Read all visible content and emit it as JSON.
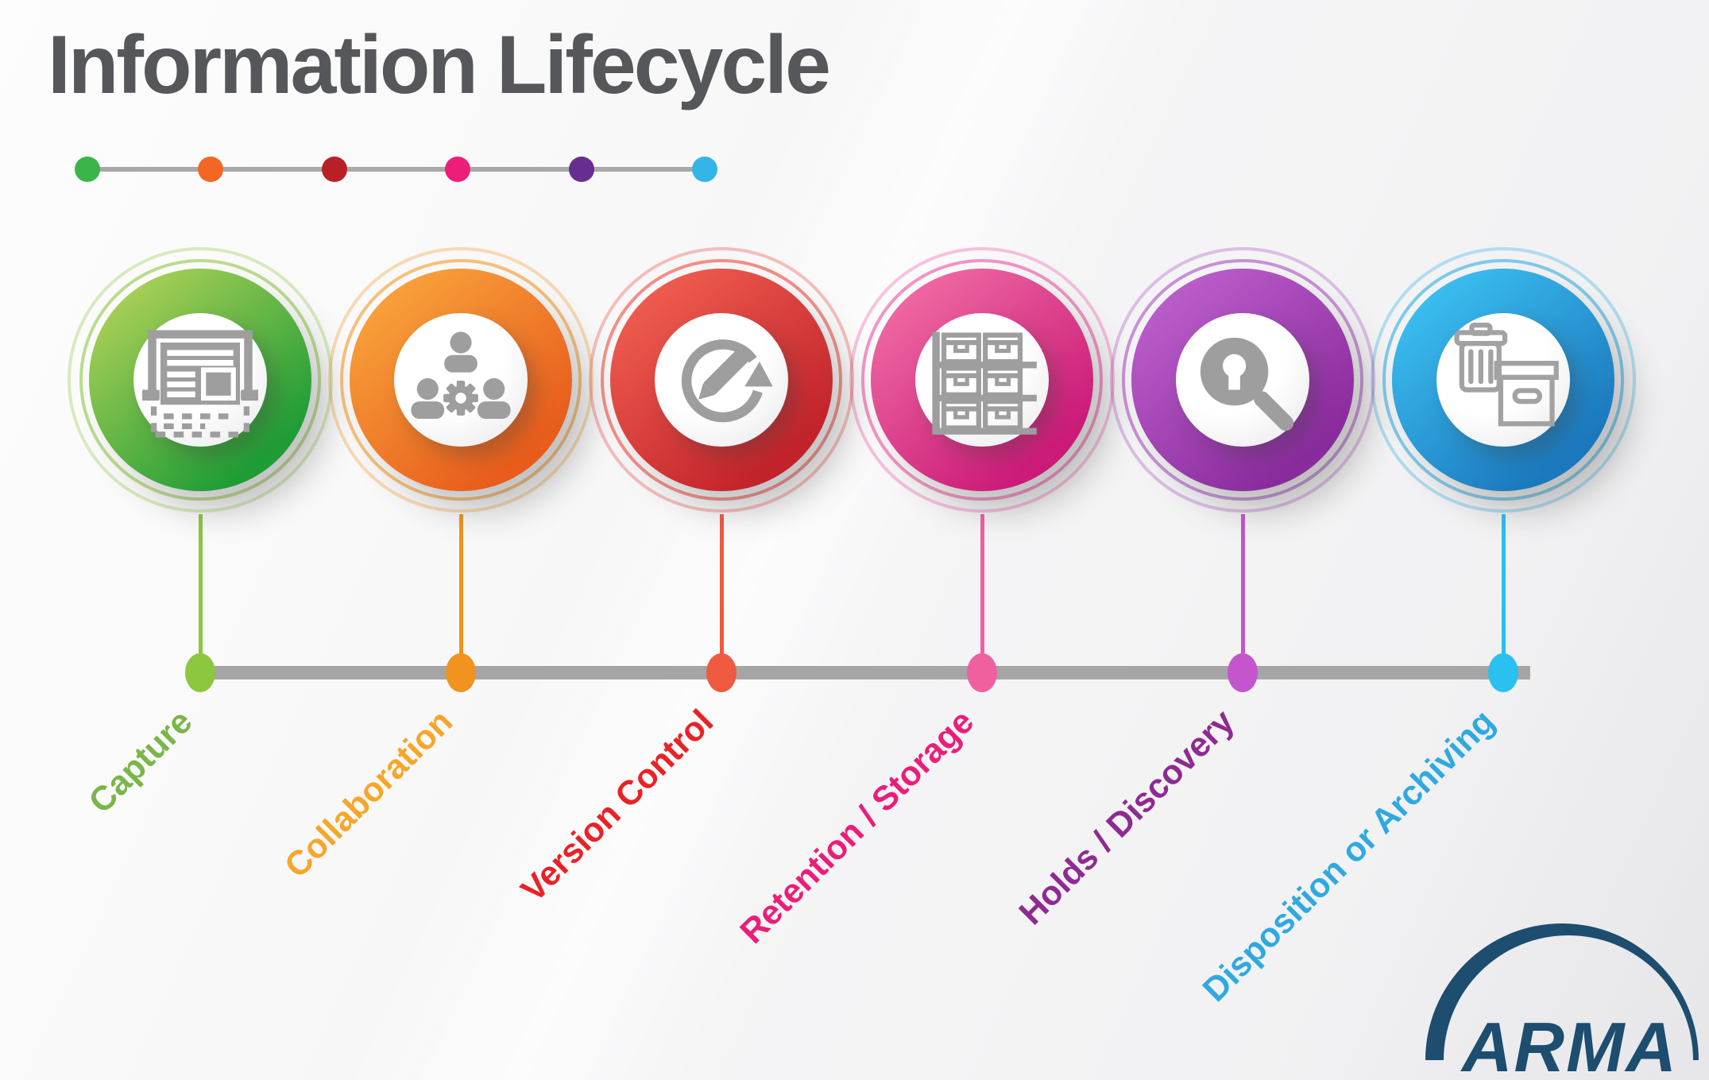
{
  "title": {
    "text": "Information Lifecycle",
    "color": "#56575a"
  },
  "title_timeline": {
    "line_color": "#a9a9a9",
    "dot_colors": [
      "#3bb54a",
      "#f26724",
      "#b92025",
      "#ec1e79",
      "#682d90",
      "#34b5e6"
    ]
  },
  "stages": [
    {
      "label": "Capture",
      "icon": "document-scan-icon",
      "label_color": "#7ab648",
      "dot_color": "#8dc63f",
      "outer_ring_color": "#8cc63f",
      "ring_gradient_light": "#aed157",
      "ring_gradient_dark": "#1f9c36"
    },
    {
      "label": "Collaboration",
      "icon": "team-gear-icon",
      "label_color": "#f7a629",
      "dot_color": "#f0931f",
      "outer_ring_color": "#f7941e",
      "ring_gradient_light": "#f9a43c",
      "ring_gradient_dark": "#e85c1c"
    },
    {
      "label": "Version Control",
      "icon": "rotate-pencil-icon",
      "label_color": "#e92227",
      "dot_color": "#f05a40",
      "outer_ring_color": "#ef4136",
      "ring_gradient_light": "#f15f50",
      "ring_gradient_dark": "#c2232b"
    },
    {
      "label": "Retention / Storage",
      "icon": "storage-shelf-icon",
      "label_color": "#ec1d79",
      "dot_color": "#f0609f",
      "outer_ring_color": "#ee4a9b",
      "ring_gradient_light": "#f06ca4",
      "ring_gradient_dark": "#cb1a78"
    },
    {
      "label": "Holds / Discovery",
      "icon": "keyhole-search-icon",
      "label_color": "#8e2a92",
      "dot_color": "#c455cd",
      "outer_ring_color": "#a74ac0",
      "ring_gradient_light": "#bd60cd",
      "ring_gradient_dark": "#8a2b9d"
    },
    {
      "label": "Disposition or Archiving",
      "icon": "trash-archive-icon",
      "label_color": "#2fa9e0",
      "dot_color": "#2ac0f0",
      "outer_ring_color": "#29abe2",
      "ring_gradient_light": "#3cc1f2",
      "ring_gradient_dark": "#1b78bd"
    }
  ],
  "timeline": {
    "bar_color": "#a5a5a5"
  },
  "logo": {
    "text": "ARMA",
    "color": "#1d4d6f"
  }
}
